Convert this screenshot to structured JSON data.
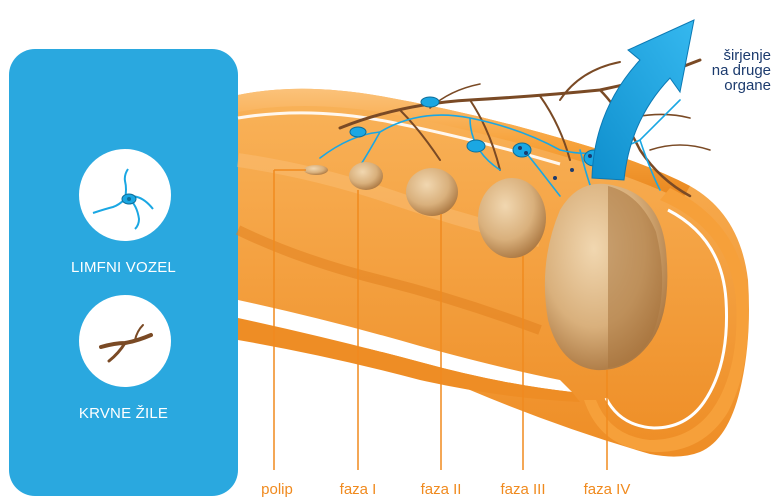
{
  "legend": {
    "lymph_node_label": "LIMFNI VOZEL",
    "blood_vessels_label": "KRVNE ŽILE"
  },
  "spread": {
    "line1": "širjenje",
    "line2": "na druge",
    "line3": "organe"
  },
  "stages": [
    "polip",
    "faza I",
    "faza II",
    "faza III",
    "faza IV"
  ],
  "colors": {
    "panel_blue": "#2aa8df",
    "tissue_orange": "#f7a23a",
    "stage_label_orange": "#f08a1e",
    "vessel_brown": "#7a4a25",
    "lymph_cyan": "#1aa7e3",
    "text_navy": "#1c3b6e"
  }
}
